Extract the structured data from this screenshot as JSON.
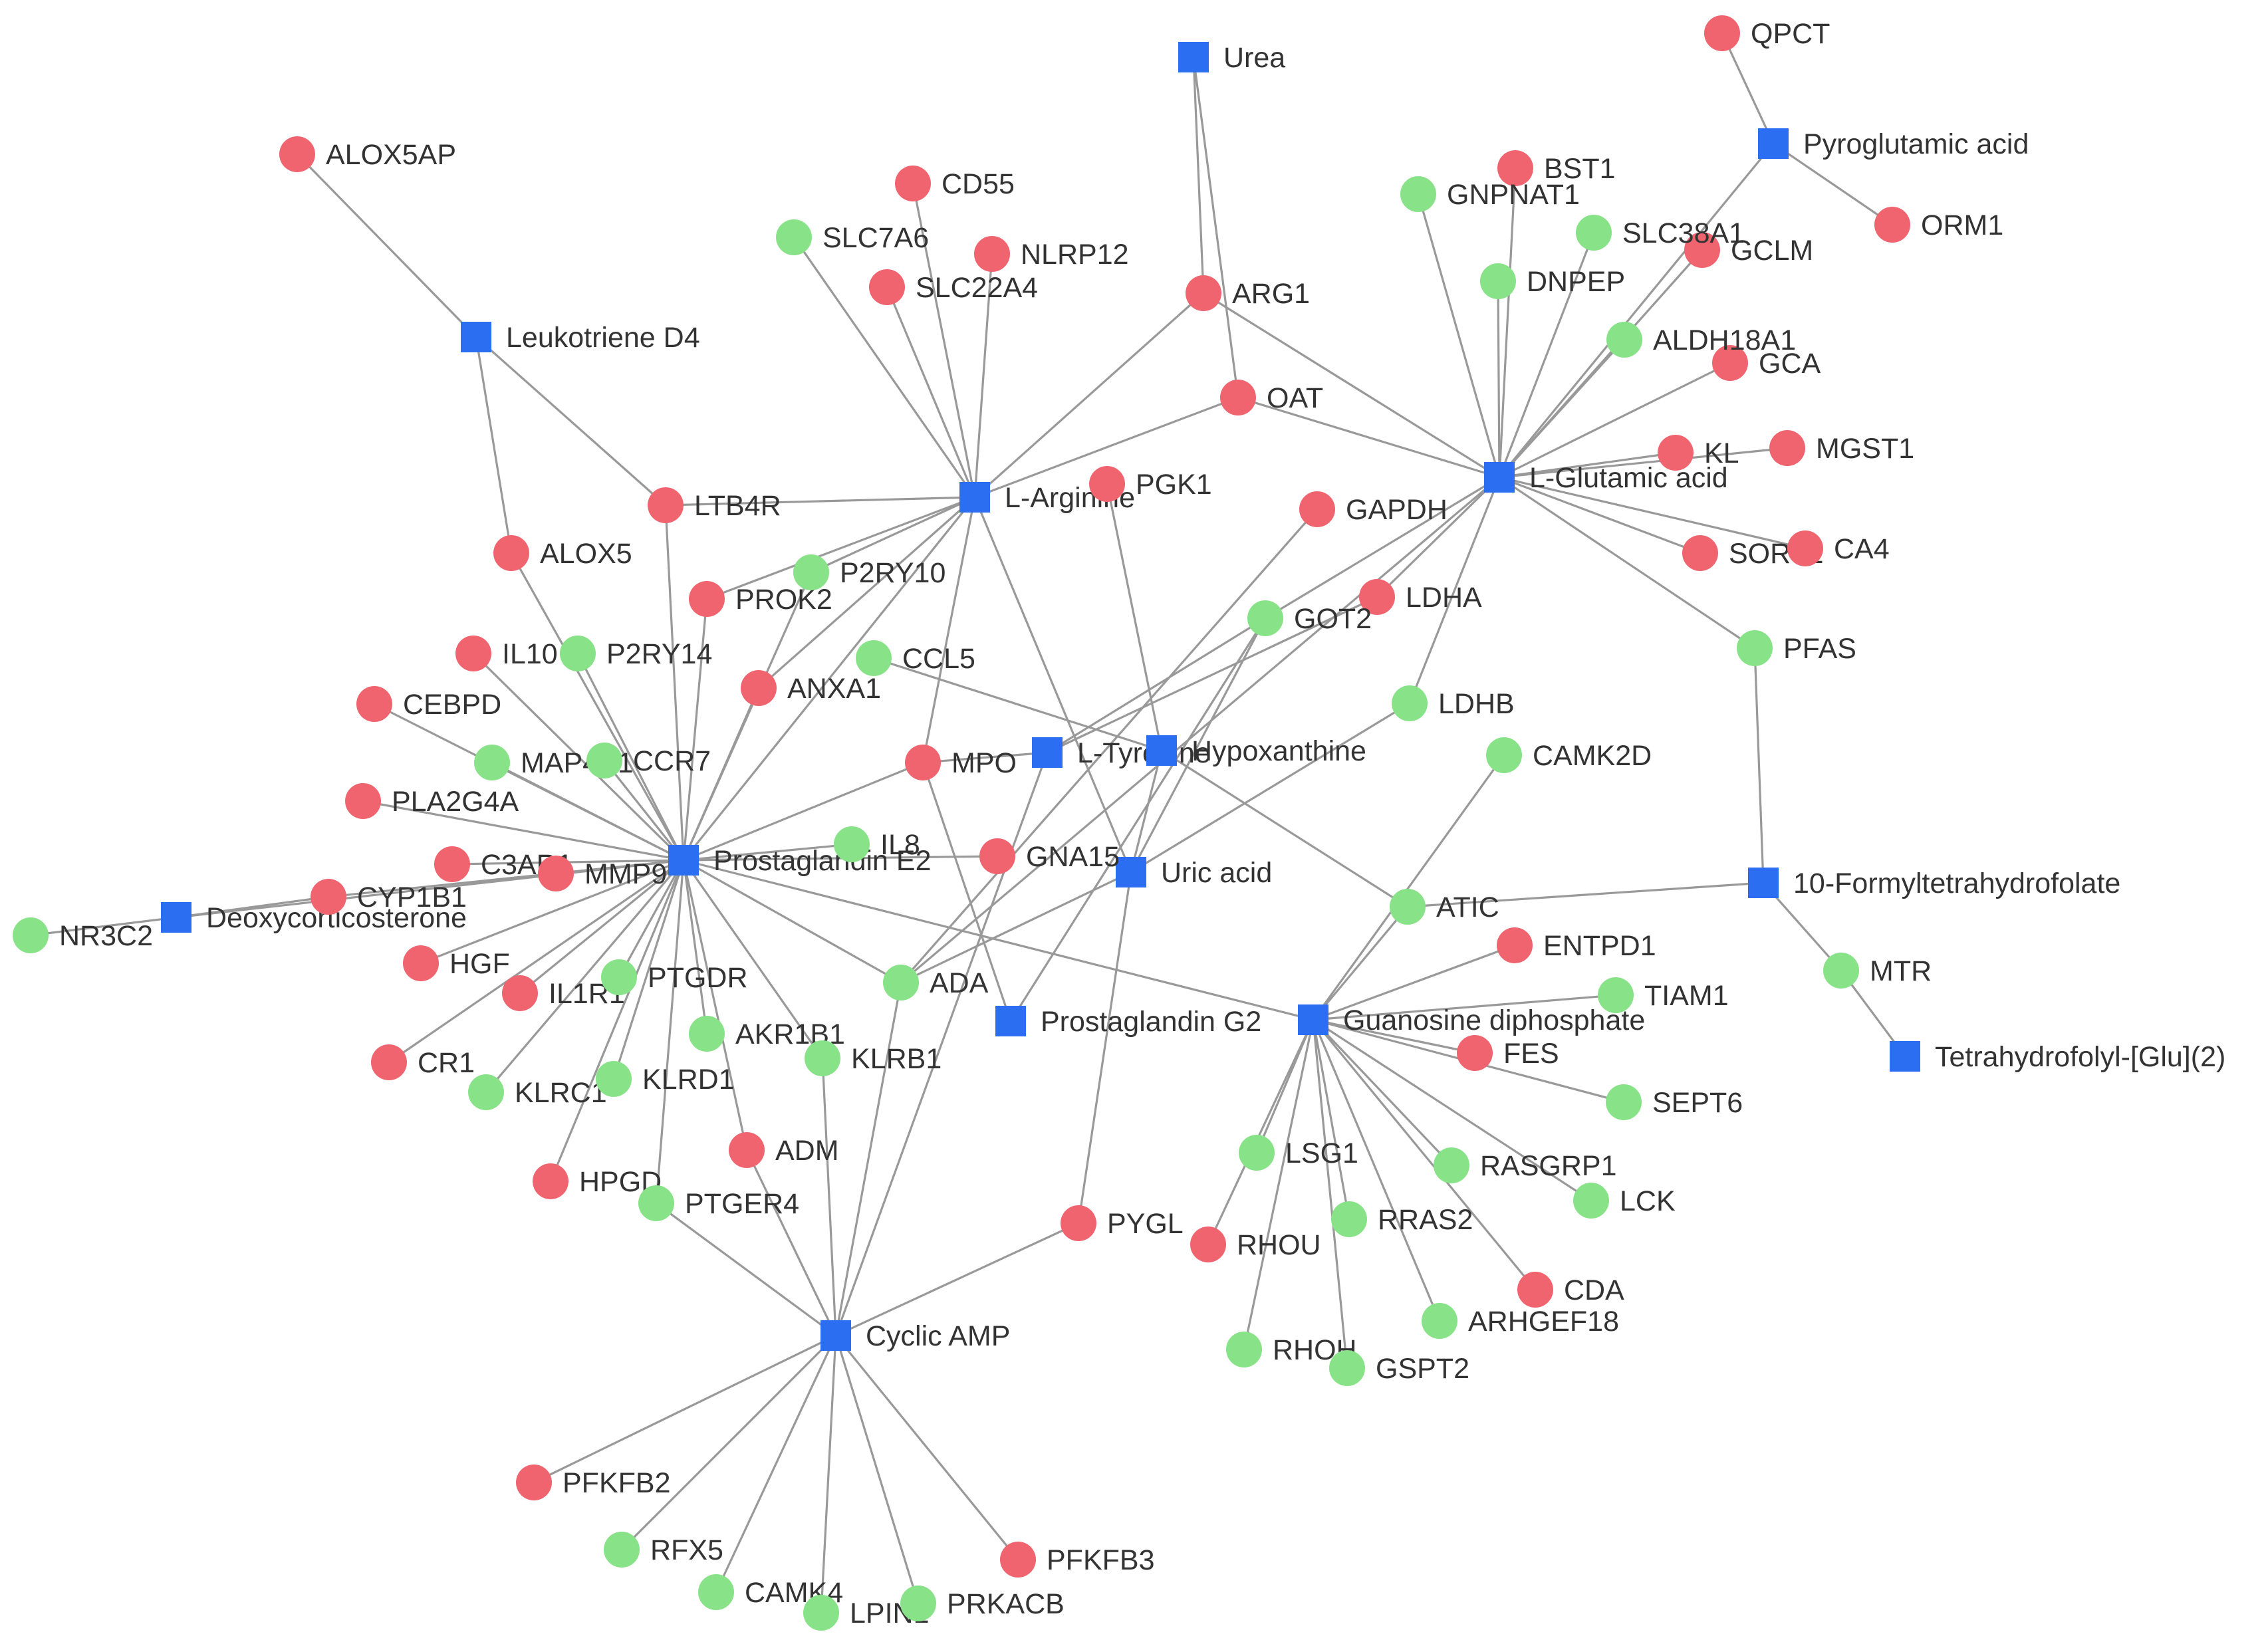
{
  "legend_colors": {
    "metabolite": "#2b6ef2",
    "up": "#f0646f",
    "down": "#88e388"
  },
  "nodes": [
    {
      "id": "urea",
      "label": "Urea",
      "type": "metabolite"
    },
    {
      "id": "pyroglutamic",
      "label": "Pyroglutamic acid",
      "type": "metabolite"
    },
    {
      "id": "leukotriene_d4",
      "label": "Leukotriene D4",
      "type": "metabolite"
    },
    {
      "id": "l_arginine",
      "label": "L-Arginine",
      "type": "metabolite"
    },
    {
      "id": "l_glutamic",
      "label": "L-Glutamic acid",
      "type": "metabolite"
    },
    {
      "id": "l_tyrosine",
      "label": "L-Tyrosine",
      "type": "metabolite"
    },
    {
      "id": "hypoxanthine",
      "label": "Hypoxanthine",
      "type": "metabolite"
    },
    {
      "id": "prostaglandin_e2",
      "label": "Prostaglandin E2",
      "type": "metabolite"
    },
    {
      "id": "uric_acid",
      "label": "Uric acid",
      "type": "metabolite"
    },
    {
      "id": "deoxycorticosterone",
      "label": "Deoxycorticosterone",
      "type": "metabolite"
    },
    {
      "id": "formylthf",
      "label": "10-Formyltetrahydrofolate",
      "type": "metabolite"
    },
    {
      "id": "prostaglandin_g2",
      "label": "Prostaglandin G2",
      "type": "metabolite"
    },
    {
      "id": "gdp",
      "label": "Guanosine diphosphate",
      "type": "metabolite"
    },
    {
      "id": "thf_glu2",
      "label": "Tetrahydrofolyl-[Glu](2)",
      "type": "metabolite"
    },
    {
      "id": "camp",
      "label": "Cyclic AMP",
      "type": "metabolite"
    },
    {
      "id": "QPCT",
      "label": "QPCT",
      "type": "up"
    },
    {
      "id": "ORM1",
      "label": "ORM1",
      "type": "up"
    },
    {
      "id": "ALOX5AP",
      "label": "ALOX5AP",
      "type": "up"
    },
    {
      "id": "CD55",
      "label": "CD55",
      "type": "up"
    },
    {
      "id": "NLRP12",
      "label": "NLRP12",
      "type": "up"
    },
    {
      "id": "SLC22A4",
      "label": "SLC22A4",
      "type": "up"
    },
    {
      "id": "ARG1",
      "label": "ARG1",
      "type": "up"
    },
    {
      "id": "OAT",
      "label": "OAT",
      "type": "up"
    },
    {
      "id": "BST1",
      "label": "BST1",
      "type": "up"
    },
    {
      "id": "GCLM",
      "label": "GCLM",
      "type": "up"
    },
    {
      "id": "GCA",
      "label": "GCA",
      "type": "up"
    },
    {
      "id": "KL",
      "label": "KL",
      "type": "up"
    },
    {
      "id": "MGST1",
      "label": "MGST1",
      "type": "up"
    },
    {
      "id": "SORT1",
      "label": "SORT1",
      "type": "up"
    },
    {
      "id": "CA4",
      "label": "CA4",
      "type": "up"
    },
    {
      "id": "PGK1",
      "label": "PGK1",
      "type": "up"
    },
    {
      "id": "GAPDH",
      "label": "GAPDH",
      "type": "up"
    },
    {
      "id": "LDHA",
      "label": "LDHA",
      "type": "up"
    },
    {
      "id": "LTB4R",
      "label": "LTB4R",
      "type": "up"
    },
    {
      "id": "ALOX5",
      "label": "ALOX5",
      "type": "up"
    },
    {
      "id": "PROK2",
      "label": "PROK2",
      "type": "up"
    },
    {
      "id": "IL10",
      "label": "IL10",
      "type": "up"
    },
    {
      "id": "ANXA1",
      "label": "ANXA1",
      "type": "up"
    },
    {
      "id": "CEBPD",
      "label": "CEBPD",
      "type": "up"
    },
    {
      "id": "MPO",
      "label": "MPO",
      "type": "up"
    },
    {
      "id": "PLA2G4A",
      "label": "PLA2G4A",
      "type": "up"
    },
    {
      "id": "C3AR1",
      "label": "C3AR1",
      "type": "up"
    },
    {
      "id": "MMP9",
      "label": "MMP9",
      "type": "up"
    },
    {
      "id": "CYP1B1",
      "label": "CYP1B1",
      "type": "up"
    },
    {
      "id": "GNA15",
      "label": "GNA15",
      "type": "up"
    },
    {
      "id": "HGF",
      "label": "HGF",
      "type": "up"
    },
    {
      "id": "IL1R1",
      "label": "IL1R1",
      "type": "up"
    },
    {
      "id": "CR1",
      "label": "CR1",
      "type": "up"
    },
    {
      "id": "HPGD",
      "label": "HPGD",
      "type": "up"
    },
    {
      "id": "ADM",
      "label": "ADM",
      "type": "up"
    },
    {
      "id": "ENTPD1",
      "label": "ENTPD1",
      "type": "up"
    },
    {
      "id": "FES",
      "label": "FES",
      "type": "up"
    },
    {
      "id": "PYGL",
      "label": "PYGL",
      "type": "up"
    },
    {
      "id": "RHOU",
      "label": "RHOU",
      "type": "up"
    },
    {
      "id": "CDA",
      "label": "CDA",
      "type": "up"
    },
    {
      "id": "PFKFB2",
      "label": "PFKFB2",
      "type": "up"
    },
    {
      "id": "PFKFB3",
      "label": "PFKFB3",
      "type": "up"
    },
    {
      "id": "GNPNAT1",
      "label": "GNPNAT1",
      "type": "down"
    },
    {
      "id": "SLC7A6",
      "label": "SLC7A6",
      "type": "down"
    },
    {
      "id": "SLC38A1",
      "label": "SLC38A1",
      "type": "down"
    },
    {
      "id": "DNPEP",
      "label": "DNPEP",
      "type": "down"
    },
    {
      "id": "ALDH18A1",
      "label": "ALDH18A1",
      "type": "down"
    },
    {
      "id": "P2RY10",
      "label": "P2RY10",
      "type": "down"
    },
    {
      "id": "GOT2",
      "label": "GOT2",
      "type": "down"
    },
    {
      "id": "PFAS",
      "label": "PFAS",
      "type": "down"
    },
    {
      "id": "P2RY14",
      "label": "P2RY14",
      "type": "down"
    },
    {
      "id": "CCL5",
      "label": "CCL5",
      "type": "down"
    },
    {
      "id": "LDHB",
      "label": "LDHB",
      "type": "down"
    },
    {
      "id": "MAP4K1",
      "label": "MAP4K1",
      "type": "down"
    },
    {
      "id": "CCR7",
      "label": "CCR7",
      "type": "down"
    },
    {
      "id": "CAMK2D",
      "label": "CAMK2D",
      "type": "down"
    },
    {
      "id": "IL8",
      "label": "IL8",
      "type": "down"
    },
    {
      "id": "NR3C2",
      "label": "NR3C2",
      "type": "down"
    },
    {
      "id": "ATIC",
      "label": "ATIC",
      "type": "down"
    },
    {
      "id": "MTR",
      "label": "MTR",
      "type": "down"
    },
    {
      "id": "PTGDR",
      "label": "PTGDR",
      "type": "down"
    },
    {
      "id": "ADA",
      "label": "ADA",
      "type": "down"
    },
    {
      "id": "TIAM1",
      "label": "TIAM1",
      "type": "down"
    },
    {
      "id": "AKR1B1",
      "label": "AKR1B1",
      "type": "down"
    },
    {
      "id": "KLRB1",
      "label": "KLRB1",
      "type": "down"
    },
    {
      "id": "KLRC1",
      "label": "KLRC1",
      "type": "down"
    },
    {
      "id": "KLRD1",
      "label": "KLRD1",
      "type": "down"
    },
    {
      "id": "SEPT6",
      "label": "SEPT6",
      "type": "down"
    },
    {
      "id": "LSG1",
      "label": "LSG1",
      "type": "down"
    },
    {
      "id": "RASGRP1",
      "label": "RASGRP1",
      "type": "down"
    },
    {
      "id": "PTGER4",
      "label": "PTGER4",
      "type": "down"
    },
    {
      "id": "RRAS2",
      "label": "RRAS2",
      "type": "down"
    },
    {
      "id": "LCK",
      "label": "LCK",
      "type": "down"
    },
    {
      "id": "ARHGEF18",
      "label": "ARHGEF18",
      "type": "down"
    },
    {
      "id": "RHOH",
      "label": "RHOH",
      "type": "down"
    },
    {
      "id": "GSPT2",
      "label": "GSPT2",
      "type": "down"
    },
    {
      "id": "RFX5",
      "label": "RFX5",
      "type": "down"
    },
    {
      "id": "CAMK4",
      "label": "CAMK4",
      "type": "down"
    },
    {
      "id": "LPIN1",
      "label": "LPIN1",
      "type": "down"
    },
    {
      "id": "PRKACB",
      "label": "PRKACB",
      "type": "down"
    }
  ],
  "edges": [
    [
      "urea",
      "ARG1"
    ],
    [
      "urea",
      "OAT"
    ],
    [
      "pyroglutamic",
      "QPCT"
    ],
    [
      "pyroglutamic",
      "ORM1"
    ],
    [
      "pyroglutamic",
      "l_glutamic"
    ],
    [
      "leukotriene_d4",
      "ALOX5AP"
    ],
    [
      "leukotriene_d4",
      "LTB4R"
    ],
    [
      "leukotriene_d4",
      "ALOX5"
    ],
    [
      "l_arginine",
      "SLC7A6"
    ],
    [
      "l_arginine",
      "CD55"
    ],
    [
      "l_arginine",
      "SLC22A4"
    ],
    [
      "l_arginine",
      "NLRP12"
    ],
    [
      "l_arginine",
      "ARG1"
    ],
    [
      "l_arginine",
      "OAT"
    ],
    [
      "l_arginine",
      "LTB4R"
    ],
    [
      "l_arginine",
      "P2RY10"
    ],
    [
      "l_arginine",
      "PROK2"
    ],
    [
      "l_arginine",
      "ANXA1"
    ],
    [
      "l_arginine",
      "MPO"
    ],
    [
      "l_arginine",
      "uric_acid"
    ],
    [
      "l_arginine",
      "prostaglandin_e2"
    ],
    [
      "l_glutamic",
      "GNPNAT1"
    ],
    [
      "l_glutamic",
      "BST1"
    ],
    [
      "l_glutamic",
      "SLC38A1"
    ],
    [
      "l_glutamic",
      "DNPEP"
    ],
    [
      "l_glutamic",
      "GCLM"
    ],
    [
      "l_glutamic",
      "ALDH18A1"
    ],
    [
      "l_glutamic",
      "GCA"
    ],
    [
      "l_glutamic",
      "KL"
    ],
    [
      "l_glutamic",
      "MGST1"
    ],
    [
      "l_glutamic",
      "SORT1"
    ],
    [
      "l_glutamic",
      "CA4"
    ],
    [
      "l_glutamic",
      "PFAS"
    ],
    [
      "l_glutamic",
      "LDHB"
    ],
    [
      "l_glutamic",
      "GOT2"
    ],
    [
      "l_glutamic",
      "ARG1"
    ],
    [
      "l_glutamic",
      "OAT"
    ],
    [
      "l_glutamic",
      "LDHA"
    ],
    [
      "l_glutamic",
      "ADA"
    ],
    [
      "PGK1",
      "hypoxanthine"
    ],
    [
      "GAPDH",
      "ADA"
    ],
    [
      "GOT2",
      "l_tyrosine"
    ],
    [
      "GOT2",
      "uric_acid"
    ],
    [
      "GOT2",
      "prostaglandin_g2"
    ],
    [
      "LDHA",
      "l_tyrosine"
    ],
    [
      "LDHB",
      "uric_acid"
    ],
    [
      "PFAS",
      "formylthf"
    ],
    [
      "formylthf",
      "ATIC"
    ],
    [
      "formylthf",
      "MTR"
    ],
    [
      "MTR",
      "thf_glu2"
    ],
    [
      "CAMK2D",
      "gdp"
    ],
    [
      "CCL5",
      "hypoxanthine"
    ],
    [
      "hypoxanthine",
      "ATIC"
    ],
    [
      "hypoxanthine",
      "uric_acid"
    ],
    [
      "l_tyrosine",
      "MPO"
    ],
    [
      "l_tyrosine",
      "camp"
    ],
    [
      "uric_acid",
      "PYGL"
    ],
    [
      "uric_acid",
      "ADA"
    ],
    [
      "MPO",
      "prostaglandin_g2"
    ],
    [
      "prostaglandin_e2",
      "ALOX5"
    ],
    [
      "prostaglandin_e2",
      "LTB4R"
    ],
    [
      "prostaglandin_e2",
      "IL10"
    ],
    [
      "prostaglandin_e2",
      "P2RY14"
    ],
    [
      "prostaglandin_e2",
      "CEBPD"
    ],
    [
      "prostaglandin_e2",
      "MAP4K1"
    ],
    [
      "prostaglandin_e2",
      "CCR7"
    ],
    [
      "prostaglandin_e2",
      "PLA2G4A"
    ],
    [
      "prostaglandin_e2",
      "C3AR1"
    ],
    [
      "prostaglandin_e2",
      "MMP9"
    ],
    [
      "prostaglandin_e2",
      "CYP1B1"
    ],
    [
      "prostaglandin_e2",
      "IL8"
    ],
    [
      "prostaglandin_e2",
      "MPO"
    ],
    [
      "prostaglandin_e2",
      "GNA15"
    ],
    [
      "prostaglandin_e2",
      "HGF"
    ],
    [
      "prostaglandin_e2",
      "IL1R1"
    ],
    [
      "prostaglandin_e2",
      "CR1"
    ],
    [
      "prostaglandin_e2",
      "PTGDR"
    ],
    [
      "prostaglandin_e2",
      "KLRC1"
    ],
    [
      "prostaglandin_e2",
      "KLRD1"
    ],
    [
      "prostaglandin_e2",
      "HPGD"
    ],
    [
      "prostaglandin_e2",
      "AKR1B1"
    ],
    [
      "prostaglandin_e2",
      "KLRB1"
    ],
    [
      "prostaglandin_e2",
      "ADA"
    ],
    [
      "prostaglandin_e2",
      "ADM"
    ],
    [
      "prostaglandin_e2",
      "PTGER4"
    ],
    [
      "prostaglandin_e2",
      "PROK2"
    ],
    [
      "prostaglandin_e2",
      "ANXA1"
    ],
    [
      "prostaglandin_e2",
      "P2RY10"
    ],
    [
      "prostaglandin_e2",
      "deoxycorticosterone"
    ],
    [
      "prostaglandin_e2",
      "gdp"
    ],
    [
      "deoxycorticosterone",
      "NR3C2"
    ],
    [
      "deoxycorticosterone",
      "CYP1B1"
    ],
    [
      "gdp",
      "ATIC"
    ],
    [
      "gdp",
      "ENTPD1"
    ],
    [
      "gdp",
      "TIAM1"
    ],
    [
      "gdp",
      "FES"
    ],
    [
      "gdp",
      "SEPT6"
    ],
    [
      "gdp",
      "LSG1"
    ],
    [
      "gdp",
      "RASGRP1"
    ],
    [
      "gdp",
      "RHOU"
    ],
    [
      "gdp",
      "RRAS2"
    ],
    [
      "gdp",
      "LCK"
    ],
    [
      "gdp",
      "CDA"
    ],
    [
      "gdp",
      "ARHGEF18"
    ],
    [
      "gdp",
      "RHOH"
    ],
    [
      "gdp",
      "GSPT2"
    ],
    [
      "camp",
      "PTGER4"
    ],
    [
      "camp",
      "ADM"
    ],
    [
      "camp",
      "KLRB1"
    ],
    [
      "camp",
      "PYGL"
    ],
    [
      "camp",
      "PFKFB2"
    ],
    [
      "camp",
      "RFX5"
    ],
    [
      "camp",
      "CAMK4"
    ],
    [
      "camp",
      "LPIN1"
    ],
    [
      "camp",
      "PRKACB"
    ],
    [
      "camp",
      "PFKFB3"
    ],
    [
      "camp",
      "ADA"
    ]
  ]
}
